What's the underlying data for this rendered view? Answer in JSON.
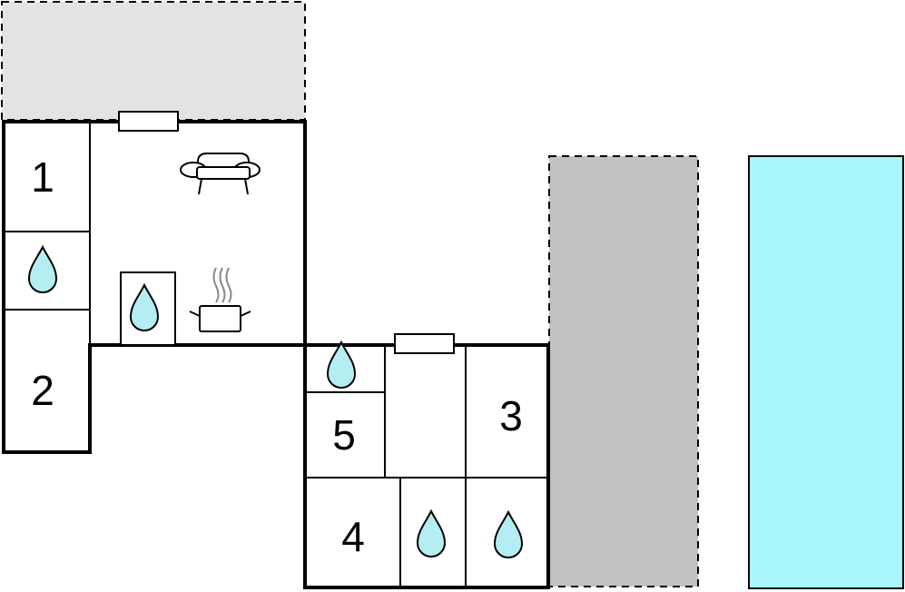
{
  "rooms": [
    {
      "id": "1",
      "label": "1"
    },
    {
      "id": "2",
      "label": "2"
    },
    {
      "id": "3",
      "label": "3"
    },
    {
      "id": "4",
      "label": "4"
    },
    {
      "id": "5",
      "label": "5"
    }
  ],
  "icons": {
    "water_drop": "water-drop-icon",
    "sofa": "sofa-icon",
    "cooking_pot": "cooking-pot-icon",
    "window": "window-icon"
  },
  "colors": {
    "terrace": "#e3e3e3",
    "parking": "#c2c2c2",
    "pool": "#a8f7fb",
    "water": "#b4eef2",
    "wall": "#000000"
  }
}
